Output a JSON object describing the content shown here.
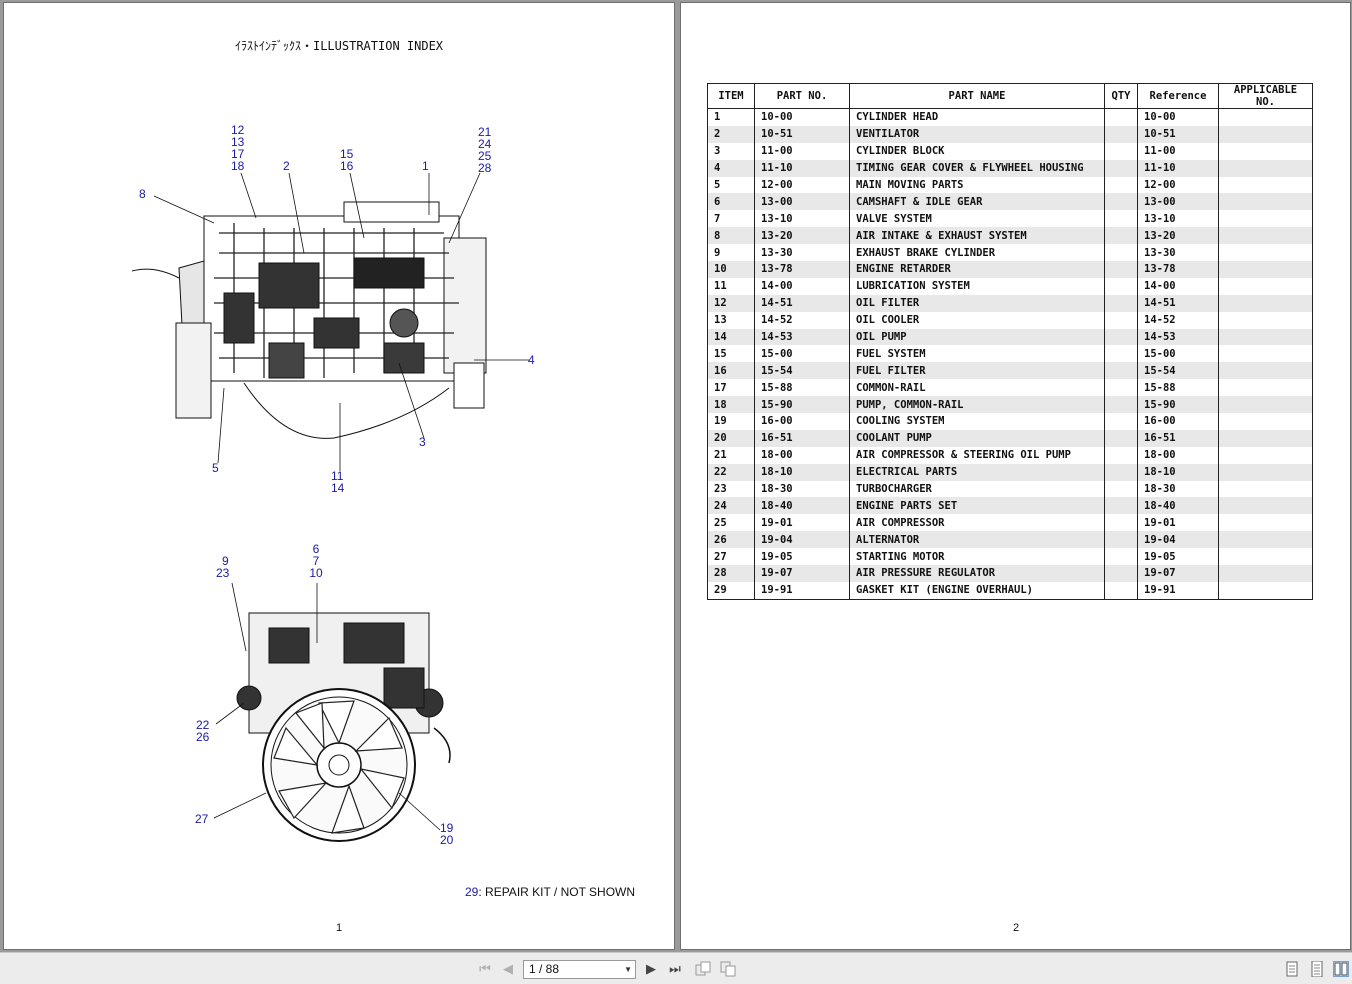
{
  "page1": {
    "title": "ｲﾗｽﾄｲﾝﾃﾞｯｸｽ・ILLUSTRATION INDEX",
    "page_number": "1",
    "callouts": {
      "c_12_13_17_18": [
        "12",
        "13",
        "17",
        "18"
      ],
      "c_2": "2",
      "c_15_16": [
        "15",
        "16"
      ],
      "c_1": "1",
      "c_21_24_25_28": [
        "21",
        "24",
        "25",
        "28"
      ],
      "c_8": "8",
      "c_4": "4",
      "c_3": "3",
      "c_5": "5",
      "c_11_14": [
        "11",
        "14"
      ],
      "c_9_23": [
        "9",
        "23"
      ],
      "c_6_7_10": [
        "6",
        "7",
        "10"
      ],
      "c_22_26": [
        "22",
        "26"
      ],
      "c_27": "27",
      "c_19_20": [
        "19",
        "20"
      ]
    },
    "note_number": "29",
    "note_text": ": REPAIR KIT / NOT SHOWN"
  },
  "page2": {
    "page_number": "2",
    "headers": [
      "ITEM",
      "PART NO.",
      "PART NAME",
      "QTY",
      "Reference",
      "APPLICABLE NO."
    ],
    "rows": [
      [
        "1",
        "10-00",
        "CYLINDER HEAD",
        "",
        "10-00",
        ""
      ],
      [
        "2",
        "10-51",
        "VENTILATOR",
        "",
        "10-51",
        ""
      ],
      [
        "3",
        "11-00",
        "CYLINDER BLOCK",
        "",
        "11-00",
        ""
      ],
      [
        "4",
        "11-10",
        "TIMING GEAR COVER & FLYWHEEL HOUSING",
        "",
        "11-10",
        ""
      ],
      [
        "5",
        "12-00",
        "MAIN MOVING PARTS",
        "",
        "12-00",
        ""
      ],
      [
        "6",
        "13-00",
        "CAMSHAFT & IDLE GEAR",
        "",
        "13-00",
        ""
      ],
      [
        "7",
        "13-10",
        "VALVE SYSTEM",
        "",
        "13-10",
        ""
      ],
      [
        "8",
        "13-20",
        "AIR INTAKE & EXHAUST SYSTEM",
        "",
        "13-20",
        ""
      ],
      [
        "9",
        "13-30",
        "EXHAUST BRAKE CYLINDER",
        "",
        "13-30",
        ""
      ],
      [
        "10",
        "13-78",
        "ENGINE RETARDER",
        "",
        "13-78",
        ""
      ],
      [
        "11",
        "14-00",
        "LUBRICATION SYSTEM",
        "",
        "14-00",
        ""
      ],
      [
        "12",
        "14-51",
        "OIL FILTER",
        "",
        "14-51",
        ""
      ],
      [
        "13",
        "14-52",
        "OIL COOLER",
        "",
        "14-52",
        ""
      ],
      [
        "14",
        "14-53",
        "OIL PUMP",
        "",
        "14-53",
        ""
      ],
      [
        "15",
        "15-00",
        "FUEL SYSTEM",
        "",
        "15-00",
        ""
      ],
      [
        "16",
        "15-54",
        "FUEL FILTER",
        "",
        "15-54",
        ""
      ],
      [
        "17",
        "15-88",
        "COMMON-RAIL",
        "",
        "15-88",
        ""
      ],
      [
        "18",
        "15-90",
        "PUMP, COMMON-RAIL",
        "",
        "15-90",
        ""
      ],
      [
        "19",
        "16-00",
        "COOLING SYSTEM",
        "",
        "16-00",
        ""
      ],
      [
        "20",
        "16-51",
        "COOLANT PUMP",
        "",
        "16-51",
        ""
      ],
      [
        "21",
        "18-00",
        "AIR COMPRESSOR & STEERING OIL PUMP",
        "",
        "18-00",
        ""
      ],
      [
        "22",
        "18-10",
        "ELECTRICAL PARTS",
        "",
        "18-10",
        ""
      ],
      [
        "23",
        "18-30",
        "TURBOCHARGER",
        "",
        "18-30",
        ""
      ],
      [
        "24",
        "18-40",
        "ENGINE PARTS SET",
        "",
        "18-40",
        ""
      ],
      [
        "25",
        "19-01",
        "AIR COMPRESSOR",
        "",
        "19-01",
        ""
      ],
      [
        "26",
        "19-04",
        "ALTERNATOR",
        "",
        "19-04",
        ""
      ],
      [
        "27",
        "19-05",
        "STARTING MOTOR",
        "",
        "19-05",
        ""
      ],
      [
        "28",
        "19-07",
        "AIR PRESSURE REGULATOR",
        "",
        "19-07",
        ""
      ],
      [
        "29",
        "19-91",
        "GASKET KIT (ENGINE OVERHAUL)",
        "",
        "19-91",
        ""
      ]
    ]
  },
  "toolbar": {
    "page_indicator": "1 / 88",
    "buttons": [
      "first-page-icon",
      "prev-page-icon",
      "next-page-icon",
      "last-page-icon",
      "spread-icon",
      "fit-icon"
    ],
    "view_modes": [
      "single-page-icon",
      "continuous-icon",
      "two-page-icon"
    ]
  },
  "colors": {
    "callout": "#1a1aa8",
    "viewer_bg": "#9a9a9a",
    "row_shade": "#e8e8e8"
  }
}
